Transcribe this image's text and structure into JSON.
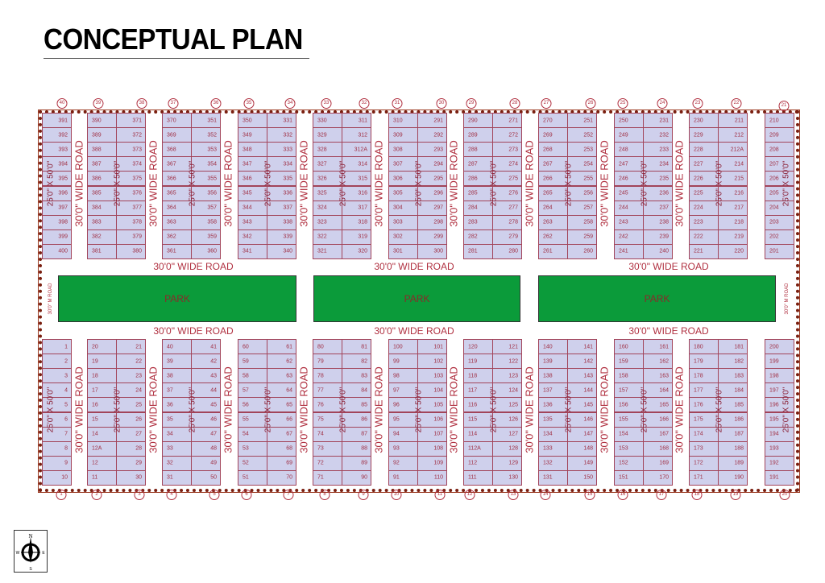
{
  "title": "CONCEPTUAL PLAN",
  "road_label": "30'0\" WIDE ROAD",
  "m_road_label": "30'0\" M ROAD",
  "dim_label": "25'0\" X 50'0\"",
  "park_label": "PARK",
  "parks": [
    "PARK",
    "PARK",
    "PARK"
  ],
  "compass": {
    "n": "N",
    "s": "S",
    "e": "E",
    "w": "W"
  },
  "colors": {
    "plot": "#cfd0ec",
    "park": "#0b9b3a",
    "text": "#b03040",
    "boundary": "#7a1f10"
  },
  "top_markers": [
    "40",
    "39",
    "38",
    "37",
    "36",
    "35",
    "34",
    "33",
    "32",
    "31",
    "30",
    "29",
    "28",
    "27",
    "26",
    "25",
    "24",
    "23",
    "22",
    "21"
  ],
  "bottom_markers": [
    "1",
    "2",
    "3",
    "4",
    "5",
    "6",
    "7",
    "8",
    "9",
    "10",
    "11",
    "12",
    "13",
    "14",
    "15",
    "16",
    "17",
    "18",
    "19",
    "20"
  ],
  "top_section": {
    "left_single": [
      "391",
      "392",
      "393",
      "394",
      "395",
      "396",
      "397",
      "398",
      "399",
      "400"
    ],
    "blocks": [
      {
        "left": [
          "390",
          "389",
          "388",
          "387",
          "386",
          "385",
          "384",
          "383",
          "382",
          "381"
        ],
        "right": [
          "371",
          "372",
          "373",
          "374",
          "375",
          "376",
          "377",
          "378",
          "379",
          "380"
        ]
      },
      {
        "left": [
          "370",
          "369",
          "368",
          "367",
          "366",
          "365",
          "364",
          "363",
          "362",
          "361"
        ],
        "right": [
          "351",
          "352",
          "353",
          "354",
          "355",
          "356",
          "357",
          "358",
          "359",
          "360"
        ]
      },
      {
        "left": [
          "350",
          "349",
          "348",
          "347",
          "346",
          "345",
          "344",
          "343",
          "342",
          "341"
        ],
        "right": [
          "331",
          "332",
          "333",
          "334",
          "335",
          "336",
          "337",
          "338",
          "339",
          "340"
        ]
      },
      {
        "left": [
          "330",
          "329",
          "328",
          "327",
          "326",
          "325",
          "324",
          "323",
          "322",
          "321"
        ],
        "right": [
          "311",
          "312",
          "312A",
          "314",
          "315",
          "316",
          "317",
          "318",
          "319",
          "320"
        ]
      },
      {
        "left": [
          "310",
          "309",
          "308",
          "307",
          "306",
          "305",
          "304",
          "303",
          "302",
          "301"
        ],
        "right": [
          "291",
          "292",
          "293",
          "294",
          "295",
          "296",
          "297",
          "298",
          "299",
          "300"
        ]
      },
      {
        "left": [
          "290",
          "289",
          "288",
          "287",
          "286",
          "285",
          "284",
          "283",
          "282",
          "281"
        ],
        "right": [
          "271",
          "272",
          "273",
          "274",
          "275",
          "276",
          "277",
          "278",
          "279",
          "280"
        ]
      },
      {
        "left": [
          "270",
          "269",
          "268",
          "267",
          "266",
          "265",
          "264",
          "263",
          "262",
          "261"
        ],
        "right": [
          "251",
          "252",
          "253",
          "254",
          "255",
          "256",
          "257",
          "258",
          "259",
          "260"
        ]
      },
      {
        "left": [
          "250",
          "249",
          "248",
          "247",
          "246",
          "245",
          "244",
          "243",
          "242",
          "241"
        ],
        "right": [
          "231",
          "232",
          "233",
          "234",
          "235",
          "236",
          "237",
          "238",
          "239",
          "240"
        ]
      },
      {
        "left": [
          "230",
          "229",
          "228",
          "227",
          "226",
          "225",
          "224",
          "223",
          "222",
          "221"
        ],
        "right": [
          "211",
          "212",
          "212A",
          "214",
          "215",
          "216",
          "217",
          "218",
          "219",
          "220"
        ]
      }
    ],
    "right_single": [
      "210",
      "209",
      "208",
      "207",
      "206",
      "205",
      "204",
      "203",
      "202",
      "201"
    ]
  },
  "bottom_section": {
    "left_single": [
      "1",
      "2",
      "3",
      "4",
      "5",
      "6",
      "7",
      "8",
      "9",
      "10"
    ],
    "blocks": [
      {
        "left": [
          "20",
          "19",
          "18",
          "17",
          "16",
          "15",
          "14",
          "12A",
          "12",
          "11"
        ],
        "right": [
          "21",
          "22",
          "23",
          "24",
          "25",
          "26",
          "27",
          "28",
          "29",
          "30"
        ]
      },
      {
        "left": [
          "40",
          "39",
          "38",
          "37",
          "36",
          "35",
          "34",
          "33",
          "32",
          "31"
        ],
        "right": [
          "41",
          "42",
          "43",
          "44",
          "45",
          "46",
          "47",
          "48",
          "49",
          "50"
        ]
      },
      {
        "left": [
          "60",
          "59",
          "58",
          "57",
          "56",
          "55",
          "54",
          "53",
          "52",
          "51"
        ],
        "right": [
          "61",
          "62",
          "63",
          "64",
          "65",
          "66",
          "67",
          "68",
          "69",
          "70"
        ]
      },
      {
        "left": [
          "80",
          "79",
          "78",
          "77",
          "76",
          "75",
          "74",
          "73",
          "72",
          "71"
        ],
        "right": [
          "81",
          "82",
          "83",
          "84",
          "85",
          "86",
          "87",
          "88",
          "89",
          "90"
        ]
      },
      {
        "left": [
          "100",
          "99",
          "98",
          "97",
          "96",
          "95",
          "94",
          "93",
          "92",
          "91"
        ],
        "right": [
          "101",
          "102",
          "103",
          "104",
          "105",
          "106",
          "107",
          "108",
          "109",
          "110"
        ]
      },
      {
        "left": [
          "120",
          "119",
          "118",
          "117",
          "116",
          "115",
          "114",
          "112A",
          "112",
          "111"
        ],
        "right": [
          "121",
          "122",
          "123",
          "124",
          "125",
          "126",
          "127",
          "128",
          "129",
          "130"
        ]
      },
      {
        "left": [
          "140",
          "139",
          "138",
          "137",
          "136",
          "135",
          "134",
          "133",
          "132",
          "131"
        ],
        "right": [
          "141",
          "142",
          "143",
          "144",
          "145",
          "146",
          "147",
          "148",
          "149",
          "150"
        ]
      },
      {
        "left": [
          "160",
          "159",
          "158",
          "157",
          "156",
          "155",
          "154",
          "153",
          "152",
          "151"
        ],
        "right": [
          "161",
          "162",
          "163",
          "164",
          "165",
          "166",
          "167",
          "168",
          "169",
          "170"
        ]
      },
      {
        "left": [
          "180",
          "179",
          "178",
          "177",
          "176",
          "175",
          "174",
          "173",
          "172",
          "171"
        ],
        "right": [
          "181",
          "182",
          "183",
          "184",
          "185",
          "186",
          "187",
          "188",
          "189",
          "190"
        ]
      }
    ],
    "right_single": [
      "200",
      "199",
      "198",
      "197",
      "196",
      "195",
      "194",
      "193",
      "192",
      "191"
    ]
  }
}
